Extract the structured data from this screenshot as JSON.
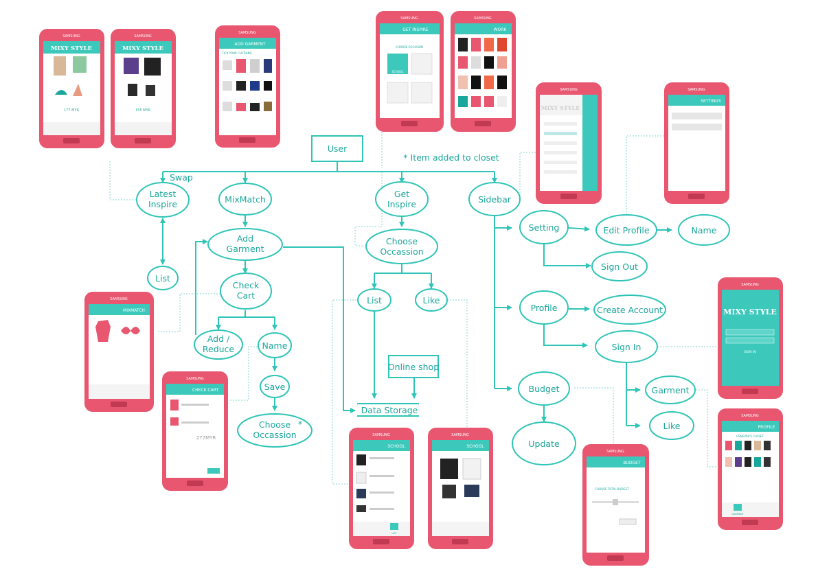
{
  "colors": {
    "teal": "#2ec4b6",
    "teal_text": "#1aa79b",
    "phone_body": "#e8566f",
    "phone_dark": "#c23a52",
    "screen_header": "#3cc9bc",
    "dotted": "#7fd6cf"
  },
  "brand": {
    "logo_text": "MIXY STYLE",
    "device_brand": "SAMSUNG"
  },
  "flow": {
    "user": "User",
    "swap": "Swap",
    "closet_note": "* Item added to closet",
    "latest_inspire": "Latest Inspire",
    "mixmatch": "MixMatch",
    "get_inspire": "Get Inspire",
    "sidebar": "Sidebar",
    "list_left": "List",
    "add_garment": "Add Garment",
    "check_cart": "Check Cart",
    "add_reduce": "Add / Reduce",
    "name_mid": "Name",
    "save": "Save",
    "choose_occasion_bottom": "Choose Occassion",
    "star": "*",
    "choose_occasion": "Choose Occassion",
    "list_mid": "List",
    "like_mid": "Like",
    "online_shop": "Online shop",
    "data_storage": "Data Storage",
    "setting": "Setting",
    "edit_profile": "Edit Profile",
    "name_right": "Name",
    "sign_out": "Sign Out",
    "profile": "Profile",
    "create_account": "Create Account",
    "sign_in": "Sign In",
    "garment": "Garment",
    "like_right": "Like",
    "budget": "Budget",
    "update": "Update"
  },
  "screens": {
    "inspire1": {
      "price": "177 MYR"
    },
    "inspire2": {
      "price": "155 MYR"
    },
    "add_garment": {
      "title": "ADD GARMENT",
      "sub": "TICK YOUR CLOTHING"
    },
    "get_inspire": {
      "title": "GET INSPIRE",
      "sub": "CHOOSE OCCASION",
      "opt1": "SCHOOL"
    },
    "work": {
      "title": "WORK"
    },
    "settings": {
      "title": "SETTINGS"
    },
    "mixmatch": {
      "title": "MIXMATCH"
    },
    "check_cart": {
      "title": "CHECK CART",
      "total": "277MYR"
    },
    "school_list": {
      "title": "SCHOOL",
      "tab": "LIST"
    },
    "school_like": {
      "title": "SCHOOL"
    },
    "budget": {
      "title": "BUDGET",
      "sub": "CHOOSE TOTAL BUDGET"
    },
    "signin": {
      "btn": "SIGN IN"
    },
    "profile": {
      "title": "PROFILE",
      "closet": "GENEVRA'S CLOSET",
      "tab": "GARMENT"
    }
  }
}
